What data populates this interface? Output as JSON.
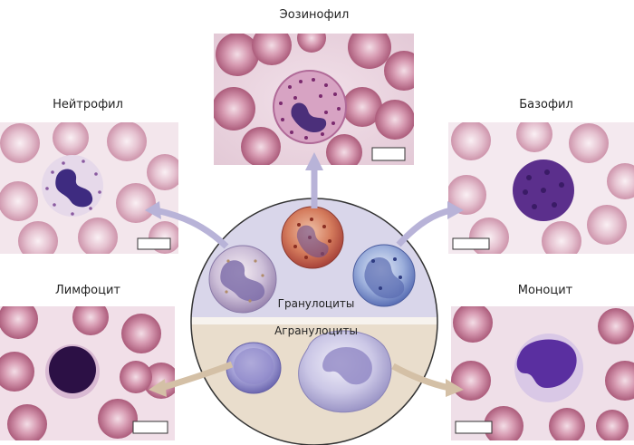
{
  "cells": {
    "eosinophil": "Эозинофил",
    "neutrophil": "Нейтрофил",
    "basophil": "Базофил",
    "lymphocyte": "Лимфоцит",
    "monocyte": "Моноцит"
  },
  "groups": {
    "granulocytes": "Гранулоциты",
    "agranulocytes": "Агранулоциты"
  },
  "colors": {
    "granulocyte_zone": "#d9d6ea",
    "agranulocyte_zone": "#e9ddcc",
    "rbc": "#b5627f",
    "rbc_pale": "#e4c3cf"
  }
}
